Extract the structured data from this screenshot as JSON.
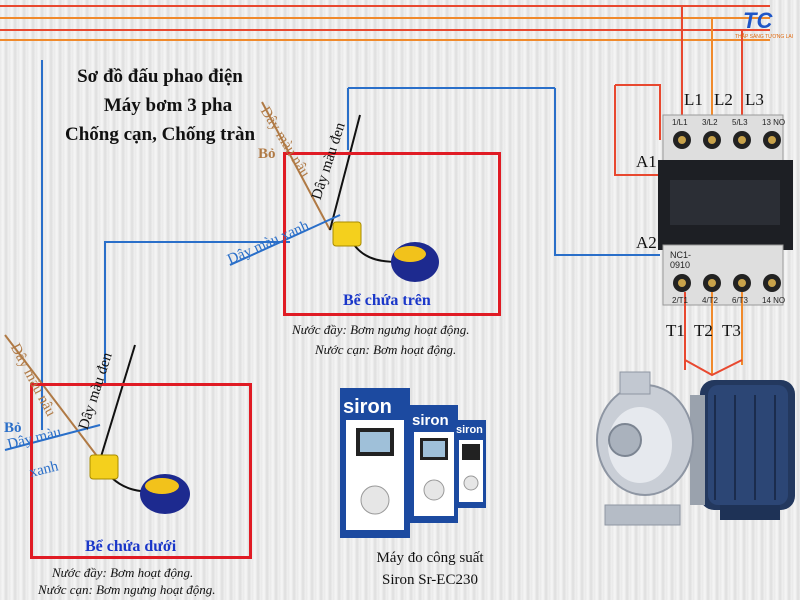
{
  "title": {
    "line1": "Sơ đồ đấu phao điện",
    "line2": "Máy bơm 3 pha",
    "line3": "Chống cạn, Chống tràn"
  },
  "upper_tank": {
    "label": "Bể chứa trên",
    "wire_brown": "Dây màu nâu",
    "wire_black": "Dây màu đen",
    "wire_blue": "Dây màu xanh",
    "cut_label": "Bỏ",
    "note_full": "Nước đầy: Bơm ngưng hoạt động.",
    "note_empty": "Nước cạn: Bơm hoạt động."
  },
  "lower_tank": {
    "label": "Bể chứa dưới",
    "wire_brown": "Dây màu nâu",
    "wire_black": "Dây màu đen",
    "wire_blue_1": "Dây màu",
    "wire_blue_2": "xanh",
    "cut_label": "Bỏ",
    "note_full": "Nước đầy: Bơm hoạt động.",
    "note_empty": "Nước cạn: Bơm ngưng hoạt động."
  },
  "contactor": {
    "model_1": "NC1-",
    "model_2": "0910",
    "L1": "L1",
    "L2": "L2",
    "L3": "L3",
    "A1": "A1",
    "A2": "A2",
    "T1": "T1",
    "T2": "T2",
    "T3": "T3",
    "top_terms": [
      "1/L1",
      "3/L2",
      "5/L3",
      "13 NO"
    ],
    "bottom_terms": [
      "2/T1",
      "4/T2",
      "6/T3",
      "14 NO"
    ]
  },
  "meter": {
    "brand": "siron",
    "caption_1": "Máy đo công suất",
    "caption_2": "Siron Sr-EC230"
  },
  "logo": {
    "text": "TC",
    "sub": "THẮP SÁNG TƯƠNG LAI"
  },
  "colors": {
    "phase_red": "#e8482f",
    "phase_orange": "#f08a2c",
    "blue_wire": "#2a6fc9",
    "brown_wire": "#b07a45",
    "tank_border": "#e01b24",
    "label_blue": "#1a37c9"
  }
}
